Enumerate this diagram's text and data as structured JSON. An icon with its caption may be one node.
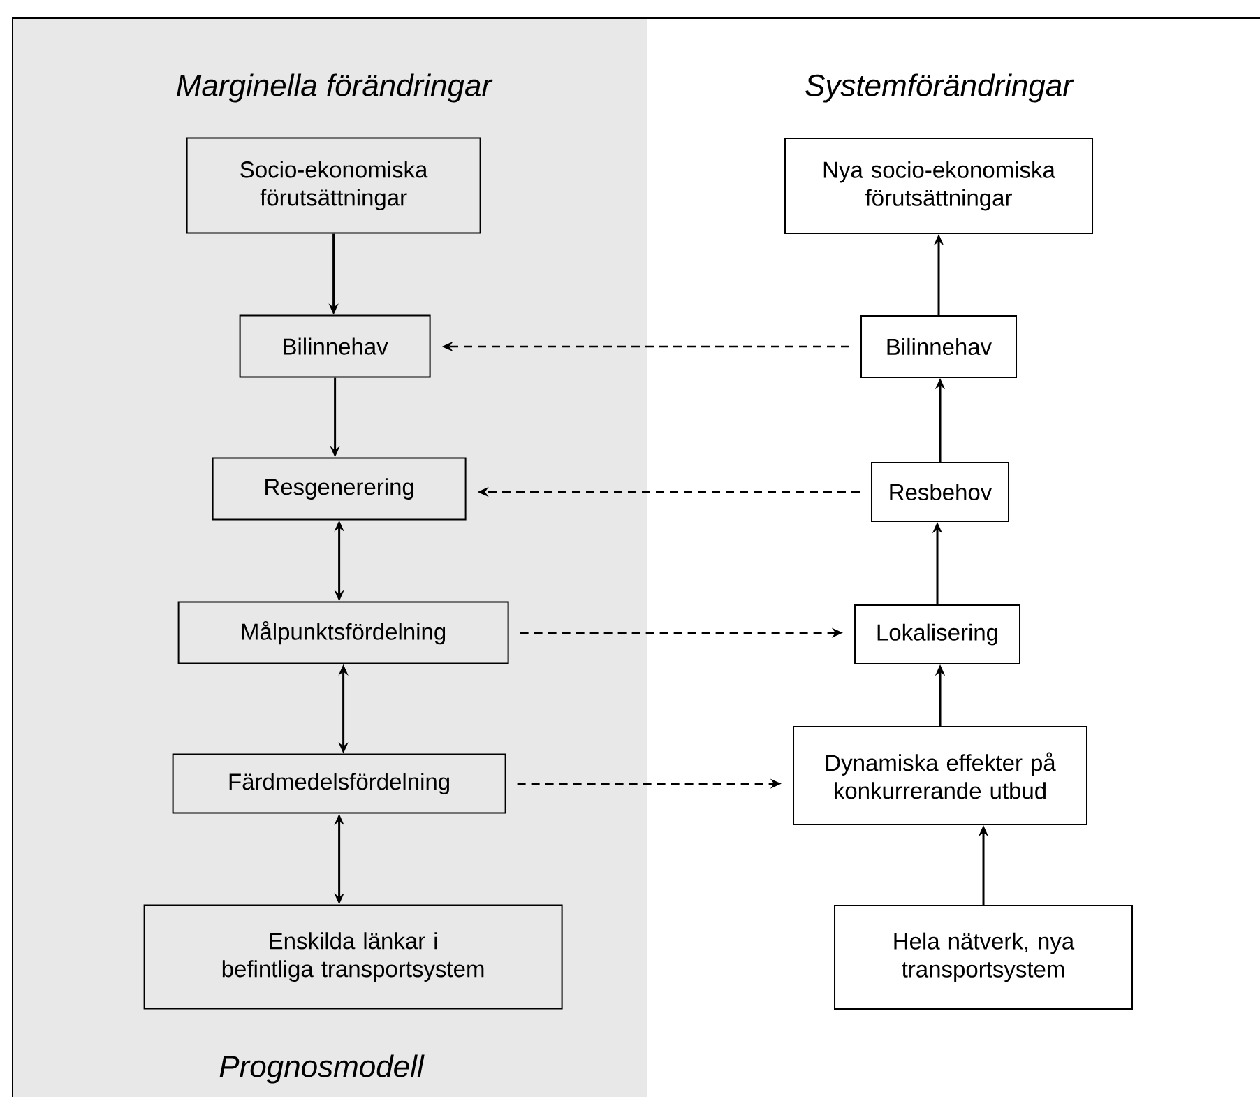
{
  "diagram": {
    "nodes": [
      {
        "text": [
          "Marginella förändringar",
          "Prognosmodell"
        ]
      },
      {
        "text": [
          "Socio-ekonomiska förutsättningar"
        ],
        "in": 0
      },
      {
        "text": [
          "Bilinnehav"
        ],
        "in": 0
      },
      {
        "text": [
          "Resgenerering"
        ],
        "in": 0
      },
      {
        "text": [
          "Målpunktsfördelning"
        ],
        "in": 0
      },
      {
        "text": [
          "Färdmedelsfördelning"
        ],
        "in": 0
      },
      {
        "text": [
          "Enskilda länkar i befintliga transportsystem"
        ],
        "in": 0
      },
      {
        "text": [
          "Nya socio-ekonomiska förutsättningar"
        ]
      },
      {
        "text": [
          "Bilinnehav"
        ]
      },
      {
        "text": [
          "Resbehov"
        ]
      },
      {
        "text": [
          "Lokalisering"
        ]
      },
      {
        "text": [
          "Dynamiska effekter på konkurrerande utbud"
        ]
      },
      {
        "text": [
          "Hela nätverk, nya transportsystem"
        ]
      }
    ],
    "edges": [
      {
        "from": 1,
        "to": 2,
        "arrow": "to"
      },
      {
        "from": 2,
        "to": 3,
        "arrow": "to"
      },
      {
        "from": 3,
        "to": 4,
        "arrow": "both"
      },
      {
        "from": 4,
        "to": 5,
        "arrow": "both"
      },
      {
        "from": 5,
        "to": 6,
        "arrow": "both"
      },
      {
        "from": 12,
        "to": 11,
        "arrow": "to"
      },
      {
        "from": 11,
        "to": 10,
        "arrow": "to"
      },
      {
        "from": 10,
        "to": 9,
        "arrow": "to"
      },
      {
        "from": 9,
        "to": 8,
        "arrow": "to"
      },
      {
        "from": 8,
        "to": 7,
        "arrow": "to"
      },
      {
        "from": 8,
        "to": 2,
        "arrow": "to",
        "style": "dashed"
      },
      {
        "from": 9,
        "to": 3,
        "arrow": "to",
        "style": "dashed"
      },
      {
        "from": 4,
        "to": 10,
        "arrow": "to",
        "style": "dashed"
      },
      {
        "from": 5,
        "to": 11,
        "arrow": "to",
        "style": "dashed"
      }
    ],
    "labels": [
      "Systemförändringar"
    ]
  }
}
